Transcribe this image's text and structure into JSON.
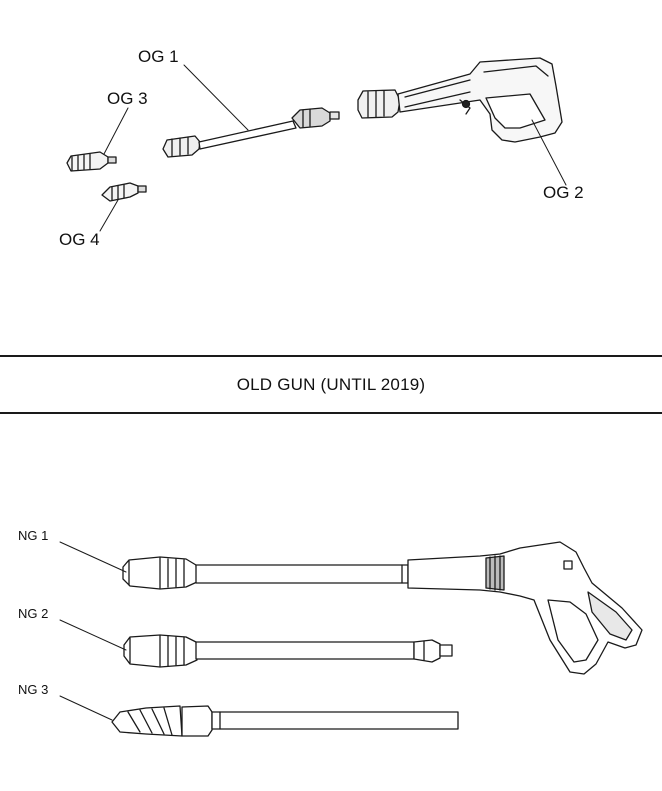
{
  "labels": {
    "og1": "OG 1",
    "og2": "OG 2",
    "og3": "OG 3",
    "og4": "OG 4",
    "ng1": "NG 1",
    "ng2": "NG 2",
    "ng3": "NG 3"
  },
  "section_title": "OLD GUN  (UNTIL 2019)"
}
